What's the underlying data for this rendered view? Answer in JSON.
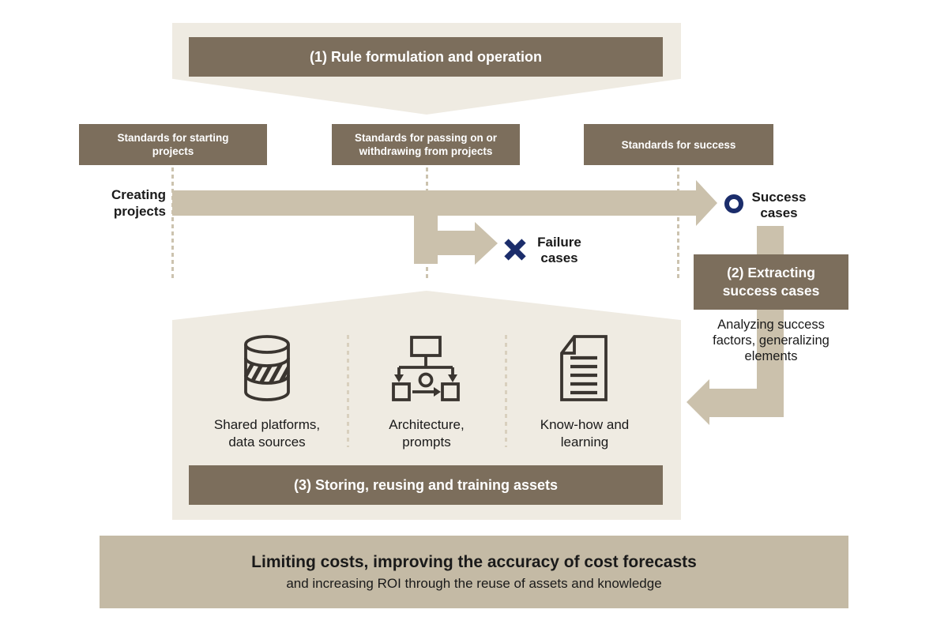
{
  "banners": {
    "step1": "(1) Rule formulation and operation",
    "step2": "(2) Extracting\nsuccess cases",
    "step3": "(3) Storing, reusing and training assets"
  },
  "standards": [
    {
      "label": "Standards for starting\nprojects"
    },
    {
      "label": "Standards for passing on or\nwithdrawing from projects"
    },
    {
      "label": "Standards for success"
    }
  ],
  "flow": {
    "creating": "Creating\nprojects",
    "success": "Success\ncases",
    "failure": "Failure\ncases",
    "analysis": "Analyzing success\nfactors, generalizing\nelements"
  },
  "assets": {
    "items": [
      {
        "icon": "database-icon",
        "label": "Shared platforms,\ndata sources"
      },
      {
        "icon": "flowchart-icon",
        "label": "Architecture,\nprompts"
      },
      {
        "icon": "document-icon",
        "label": "Know-how and\nlearning"
      }
    ]
  },
  "outcome": {
    "title": "Limiting costs, improving the accuracy of cost forecasts",
    "subtitle": "and increasing ROI through the reuse of assets and knowledge"
  },
  "icons": {
    "success_marker": "success-circle-icon",
    "failure_marker": "failure-x-icon"
  },
  "colors": {
    "brown": "#7C6E5C",
    "beige": "#EFEBE2",
    "tan": "#CBC1AC",
    "outcome": "#C4BAA5",
    "navy": "#1B2D6B",
    "ink": "#1A1A1A"
  }
}
